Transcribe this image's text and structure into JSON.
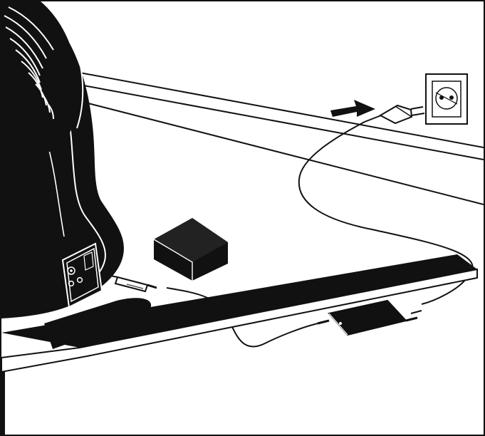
{
  "diagram": {
    "kind": "instruction-illustration",
    "scene": "exercise-bike-power-connection",
    "components": [
      "exercise-bike-frame",
      "power-port",
      "dc-plug",
      "power-adapter",
      "mains-plug",
      "wall-socket",
      "direction-arrows"
    ]
  },
  "colors": {
    "ink": "#111111",
    "paper": "#ffffff"
  }
}
